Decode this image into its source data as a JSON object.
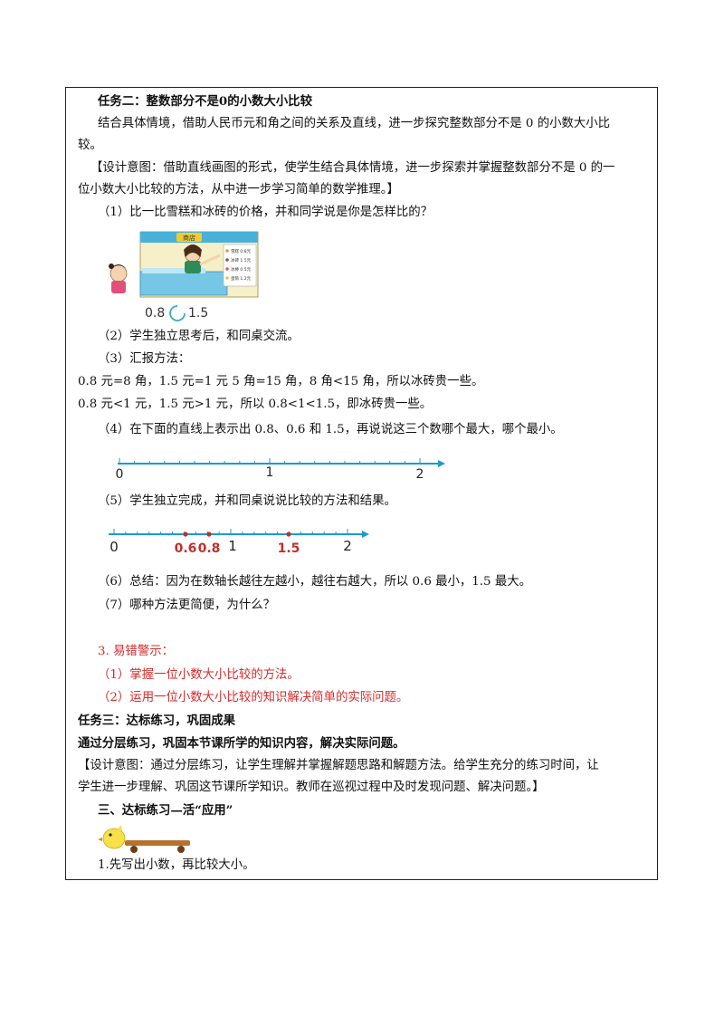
{
  "task2": {
    "heading": "任务二：整数部分不是0的小数大小比较",
    "intro_line1": "结合具体情境，借助人民币元和角之间的关系及直线，进一步探究整数部分不是 0 的小数大小比",
    "intro_line2": "较。",
    "design_line1": "【设计意图：借助直线画图的形式，使学生结合具体情境，进一步探索并掌握整数部分不是 0 的一",
    "design_line2": "位小数大小比较的方法，从中进一步学习简单的数学推理。】",
    "step1": "（1）比一比雪糕和冰砖的价格，并和同学说是你是怎样比的？",
    "shop": {
      "sign": "商店",
      "menu": [
        "雪糕 0.8元",
        "冰砖 1.5元",
        "冰棒 0.5元",
        "蛋筒 1.2元"
      ]
    },
    "compare_left": "0.8",
    "compare_right": "1.5",
    "step2": "（2）学生独立思考后，和同桌交流。",
    "step3": "（3）汇报方法：",
    "method1": "0.8 元=8 角，1.5 元=1 元 5 角=15 角，8 角<15 角，所以冰砖贵一些。",
    "method2": "0.8 元<1 元，1.5 元>1 元，所以 0.8<1<1.5，即冰砖贵一些。",
    "step4": "（4）在下面的直线上表示出 0.8、0.6 和 1.5，再说说这三个数哪个最大，哪个最小。",
    "line1_labels": [
      "0",
      "1",
      "2"
    ],
    "step5": "（5）学生独立完成，并和同桌说说比较的方法和结果。",
    "line2_labels": [
      "0",
      "1",
      "2"
    ],
    "line2_marks": [
      "0.6",
      "0.8",
      "1.5"
    ],
    "step6": "（6）总结：因为在数轴长越往左越小，越往右越大，所以 0.6 最小，1.5 最大。",
    "step7": "（7）哪种方法更简便，为什么？"
  },
  "warning": {
    "title": "3. 易错警示：",
    "item1": "（1）掌握一位小数大小比较的方法。",
    "item2": "（2）运用一位小数大小比较的知识解决简单的实际问题。"
  },
  "task3": {
    "heading": "任务三：达标练习，巩固成果",
    "desc": "通过分层练习，巩固本节课所学的知识内容，解决实际问题。",
    "design_line1": "【设计意图：通过分层练习，让学生理解并掌握解题思路和解题方法。给学生充分的练习时间，让",
    "design_line2": "学生进一步理解、巩固这节课所学知识。教师在巡视过程中及时发现问题、解决问题。】",
    "section": "三、达标练习—活“应用”",
    "q1": "1.先写出小数，再比较大小。"
  },
  "colors": {
    "axis": "#1a9bd0",
    "mark": "#c0302e",
    "warning": "#d62c2c"
  }
}
